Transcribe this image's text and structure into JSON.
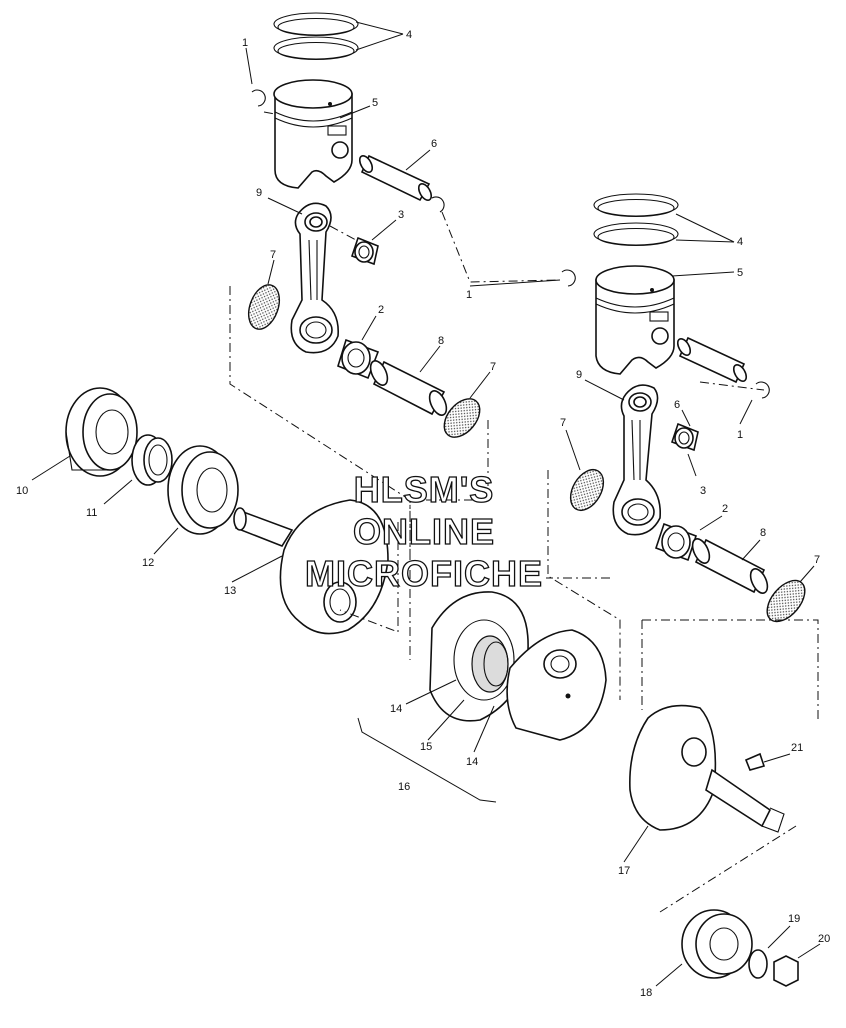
{
  "diagram": {
    "callouts": {
      "c1a": "1",
      "c1b": "1",
      "c1c": "1",
      "c2a": "2",
      "c2b": "2",
      "c3a": "3",
      "c3b": "3",
      "c4a": "4",
      "c4b": "4",
      "c5a": "5",
      "c5b": "5",
      "c6a": "6",
      "c6b": "6",
      "c7a": "7",
      "c7b": "7",
      "c7c": "7",
      "c7d": "7",
      "c8a": "8",
      "c8b": "8",
      "c9a": "9",
      "c9b": "9",
      "c10": "10",
      "c11": "11",
      "c12": "12",
      "c13": "13",
      "c14a": "14",
      "c14b": "14",
      "c15": "15",
      "c16": "16",
      "c17": "17",
      "c18": "18",
      "c19": "19",
      "c20": "20",
      "c21": "21"
    },
    "watermark": {
      "line1": "HLSM'S",
      "line2": "ONLINE",
      "line3": "MICROFICHE"
    }
  }
}
